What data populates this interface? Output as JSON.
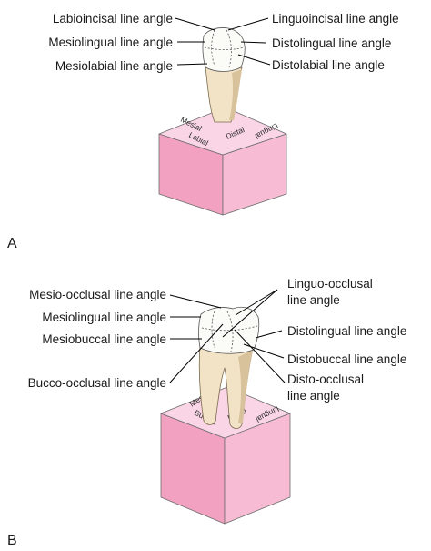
{
  "colors": {
    "cube_top": "#f9d5e5",
    "cube_left": "#f2a2c0",
    "cube_right": "#f7bcd3",
    "cube_edge": "#6d6d6d",
    "tooth_fill": "#f3e3c6",
    "tooth_shade": "#d8c29c",
    "crown_fill": "#fbfbf8"
  },
  "panel_a": {
    "letter": "A",
    "cube_faces": {
      "mesial": "Mesial",
      "labial": "Labial",
      "distal": "Distal",
      "lingual": "Lingual"
    },
    "labels": {
      "labioincisal": "Labioincisal line angle",
      "mesiolingual": "Mesiolingual line angle",
      "mesiolabial": "Mesiolabial line angle",
      "linguoincisal": "Linguoincisal line angle",
      "distolingual": "Distolingual line angle",
      "distolabial": "Distolabial line angle"
    }
  },
  "panel_b": {
    "letter": "B",
    "cube_faces": {
      "mesial": "Mesial",
      "buccal": "Buccal",
      "distal": "Distal",
      "lingual": "Lingual"
    },
    "labels": {
      "mesio_occlusal": "Mesio-occlusal line angle",
      "mesiolingual": "Mesiolingual line angle",
      "mesiobuccal": "Mesiobuccal line angle",
      "bucco_occlusal": "Bucco-occlusal line angle",
      "linguo_occlusal_line1": "Linguo-occlusal",
      "linguo_occlusal_line2": "line angle",
      "distolingual": "Distolingual line angle",
      "distobuccal": "Distobuccal line angle",
      "disto_occlusal_line1": "Disto-occlusal",
      "disto_occlusal_line2": "line angle"
    }
  }
}
